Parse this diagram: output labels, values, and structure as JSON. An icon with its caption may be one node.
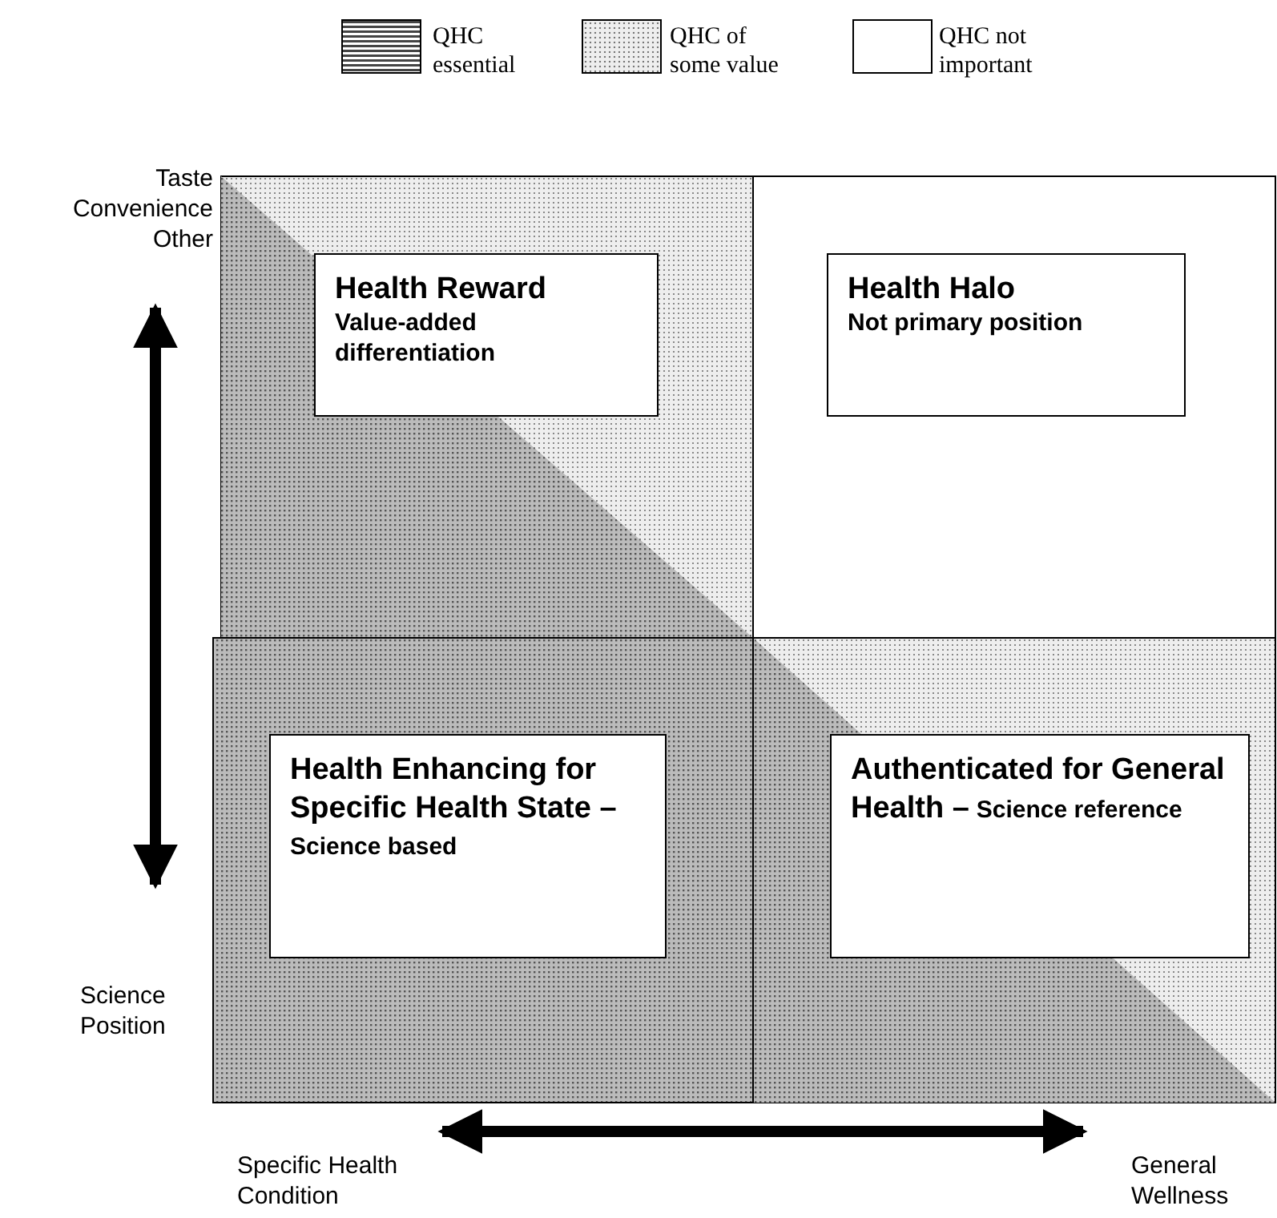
{
  "diagram": {
    "nodes": [
      {
        "text": [
          "Health Reward",
          "Value-added differentiation"
        ]
      },
      {
        "text": [
          "Health Halo",
          "Not primary position"
        ]
      },
      {
        "text": [
          "Health Enhancing for Specific Health State –",
          "Science based"
        ]
      },
      {
        "text": [
          "Authenticated for General Health –",
          "Science reference"
        ]
      }
    ],
    "labels": [
      "Taste Convenience Other",
      "Science Position",
      "Specific Health Condition",
      "General Wellness"
    ],
    "legend": [
      {
        "text": "QHC essential"
      },
      {
        "text": "QHC of some value"
      },
      {
        "text": "QHC not important"
      }
    ]
  }
}
